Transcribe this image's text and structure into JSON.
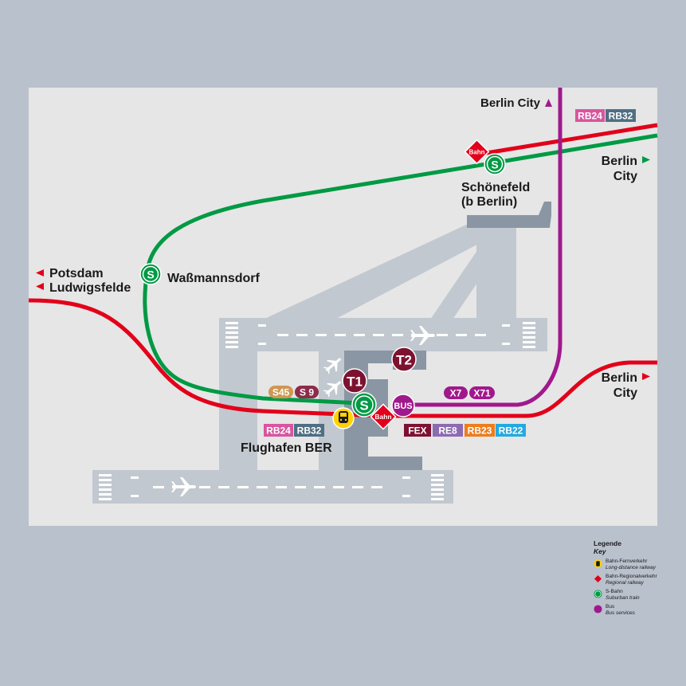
{
  "colors": {
    "background": "#b9c1cd",
    "panel": "#e6e6e6",
    "airfield": "#c2c8d0",
    "terminal": "#8a96a4",
    "regional_rail": "#e2001a",
    "sbahn": "#009a44",
    "bus": "#a0198c",
    "ice": "#ffd200"
  },
  "stations": {
    "schoenefeld_line1": "Schönefeld",
    "schoenefeld_line2": "(b Berlin)",
    "wassmannsdorf": "Waßmannsdorf",
    "flughafen": "Flughafen BER"
  },
  "destinations": {
    "berlin_city_top": "Berlin City",
    "berlin_city_green_1": "Berlin",
    "berlin_city_green_2": "City",
    "berlin_city_red_1": "Berlin",
    "berlin_city_red_2": "City",
    "potsdam": "Potsdam",
    "ludwigsfelde": "Ludwigsfelde"
  },
  "terminals": {
    "t1": "T1",
    "t2": "T2"
  },
  "symbols": {
    "sbahn": "S",
    "bahn": "Bahn",
    "bus": "BUS"
  },
  "badges": {
    "schoenefeld_rb24": "RB24",
    "schoenefeld_rb32": "RB32",
    "s45": "S45",
    "s9": "S 9",
    "x7": "X7",
    "x71": "X71",
    "ber_rb24": "RB24",
    "ber_rb32": "RB32",
    "fex": "FEX",
    "re8": "RE8",
    "rb23": "RB23",
    "rb22": "RB22"
  },
  "legend": {
    "title": "Legende",
    "subtitle": "Key",
    "items": [
      {
        "de": "Bahn-Fernverkehr",
        "en": "Long-distance railway"
      },
      {
        "de": "Bahn-Regionalverkehr",
        "en": "Regional railway"
      },
      {
        "de": "S-Bahn",
        "en": "Suburban train"
      },
      {
        "de": "Bus",
        "en": "Bus services"
      }
    ]
  }
}
